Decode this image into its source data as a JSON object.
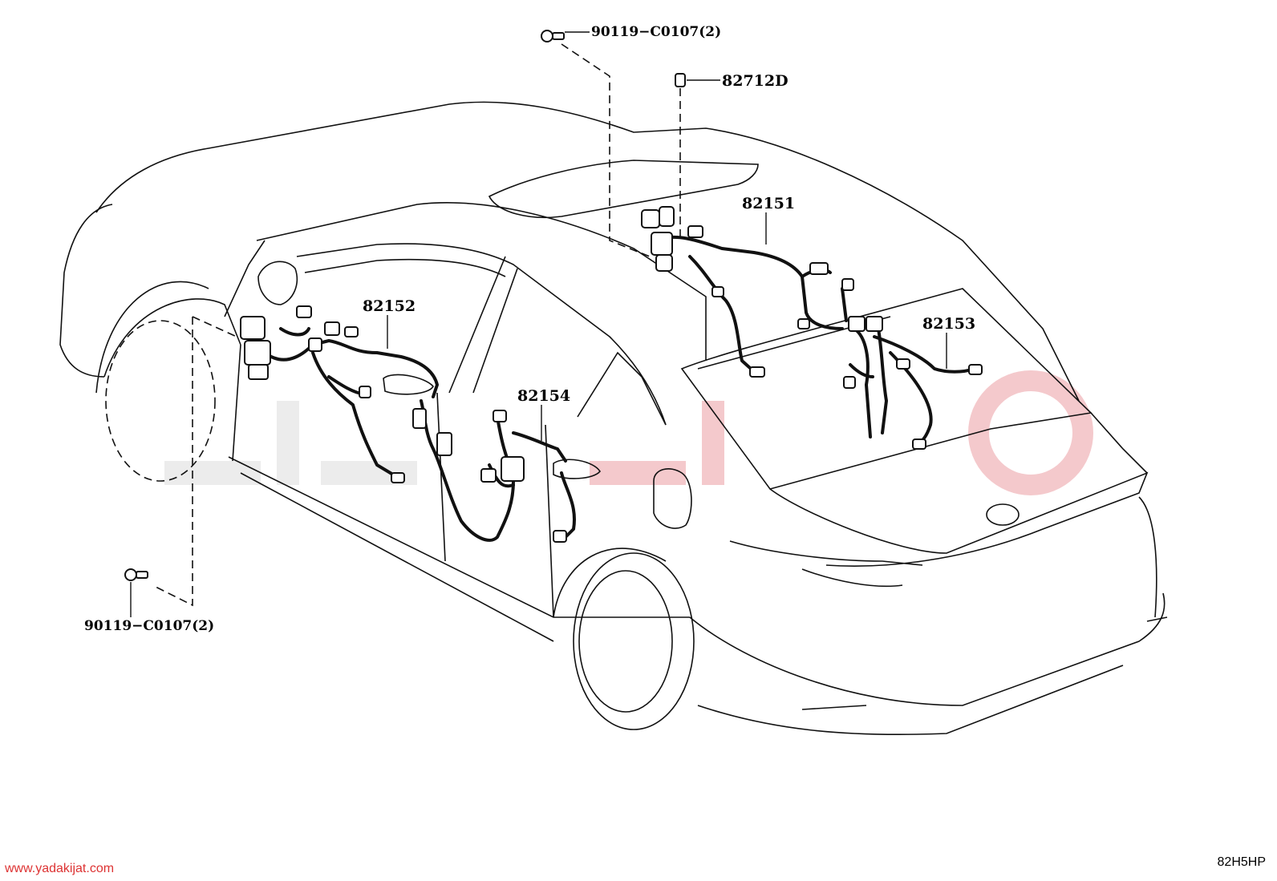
{
  "diagram": {
    "code": "82H5HP",
    "watermark_site": "www.yadakijat.com",
    "callouts": {
      "bolt_top": "90119−C0107(2)",
      "bolt_bottom": "90119−C0107(2)",
      "clip": "82712D",
      "harness_roof": "82151",
      "harness_front_door": "82152",
      "harness_rear_quarter": "82153",
      "harness_rear_door": "82154"
    }
  }
}
